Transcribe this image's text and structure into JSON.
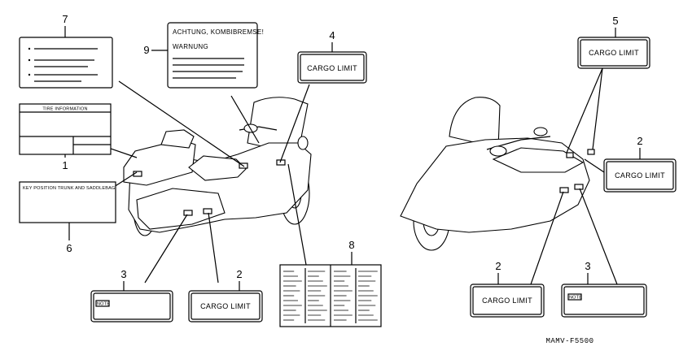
{
  "callouts": {
    "n1": "1",
    "n2a": "2",
    "n2b": "2",
    "n2c": "2",
    "n3a": "3",
    "n3b": "3",
    "n4": "4",
    "n5": "5",
    "n6": "6",
    "n7": "7",
    "n8": "8",
    "n9": "9"
  },
  "labels": {
    "tire_info": "TIRE INFORMATION",
    "key_position": "KEY POSITION TRUNK AND SADDLEBAG",
    "achtung": "ACHTUNG, KOMBIBREMSE!",
    "warnung": "WARNUNG",
    "cargo_limit": "CARGO LIMIT",
    "note": "NOTE"
  },
  "part_code": "MAMV-F5500"
}
